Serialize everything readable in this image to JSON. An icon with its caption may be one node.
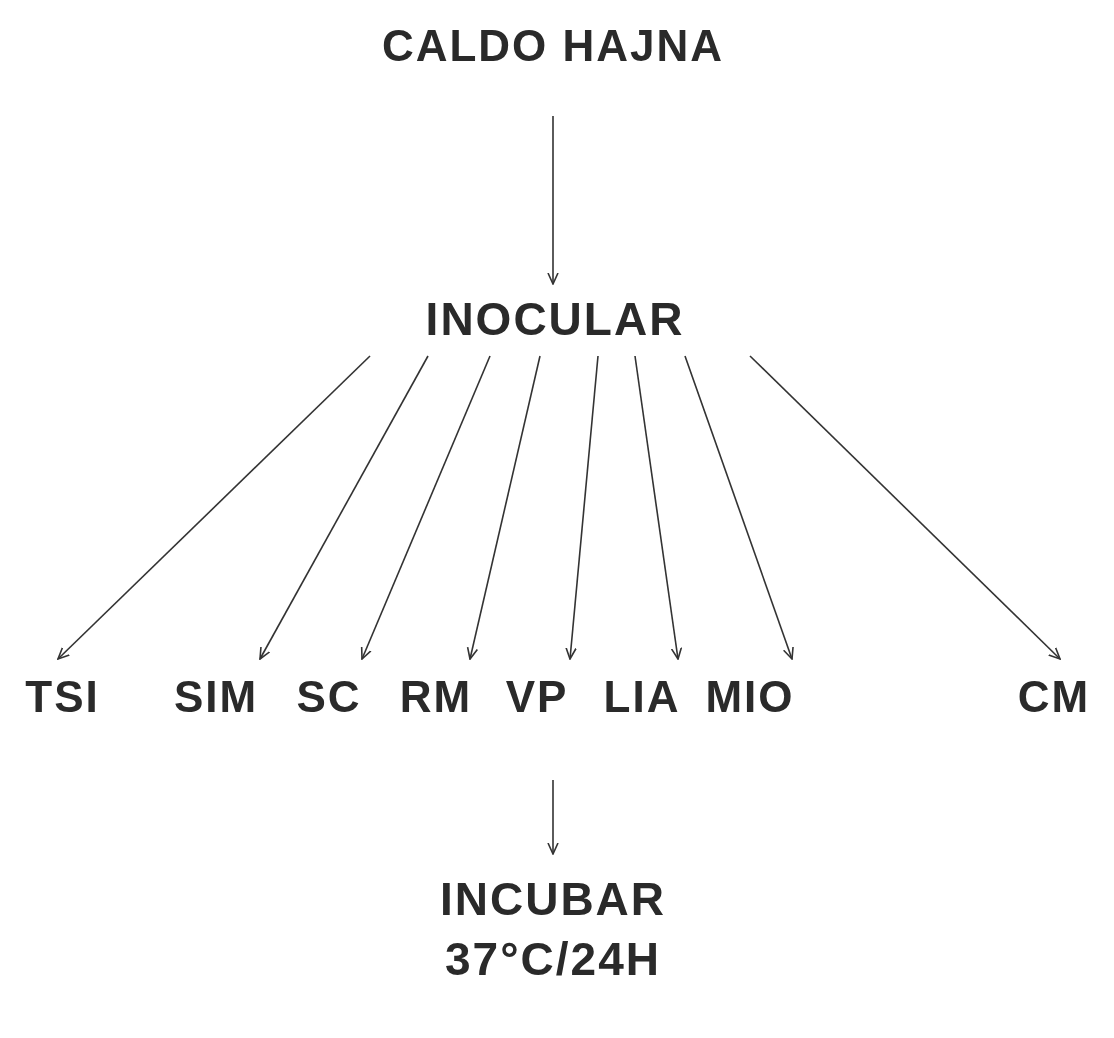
{
  "diagram": {
    "nodes": [
      {
        "text": [
          "CALDO HAJNA"
        ]
      },
      {
        "text": [
          "INOCULAR"
        ]
      },
      {
        "text": [
          "TSI"
        ]
      },
      {
        "text": [
          "SIM"
        ]
      },
      {
        "text": [
          "SC"
        ]
      },
      {
        "text": [
          "RM"
        ]
      },
      {
        "text": [
          "VP"
        ]
      },
      {
        "text": [
          "LIA"
        ]
      },
      {
        "text": [
          "MIO"
        ]
      },
      {
        "text": [
          "CM"
        ]
      },
      {
        "text": [
          "INCUBAR",
          "37°C/24H"
        ]
      }
    ],
    "edges": [
      {
        "from": 0,
        "to": 1,
        "arrow": "to"
      },
      {
        "from": 1,
        "to": 2,
        "arrow": "to"
      },
      {
        "from": 1,
        "to": 3,
        "arrow": "to"
      },
      {
        "from": 1,
        "to": 4,
        "arrow": "to"
      },
      {
        "from": 1,
        "to": 5,
        "arrow": "to"
      },
      {
        "from": 1,
        "to": 6,
        "arrow": "to"
      },
      {
        "from": 1,
        "to": 7,
        "arrow": "to"
      },
      {
        "from": 1,
        "to": 8,
        "arrow": "to"
      },
      {
        "from": 1,
        "to": 9,
        "arrow": "to"
      },
      {
        "from": null,
        "to": 10,
        "arrow": "to"
      }
    ]
  }
}
